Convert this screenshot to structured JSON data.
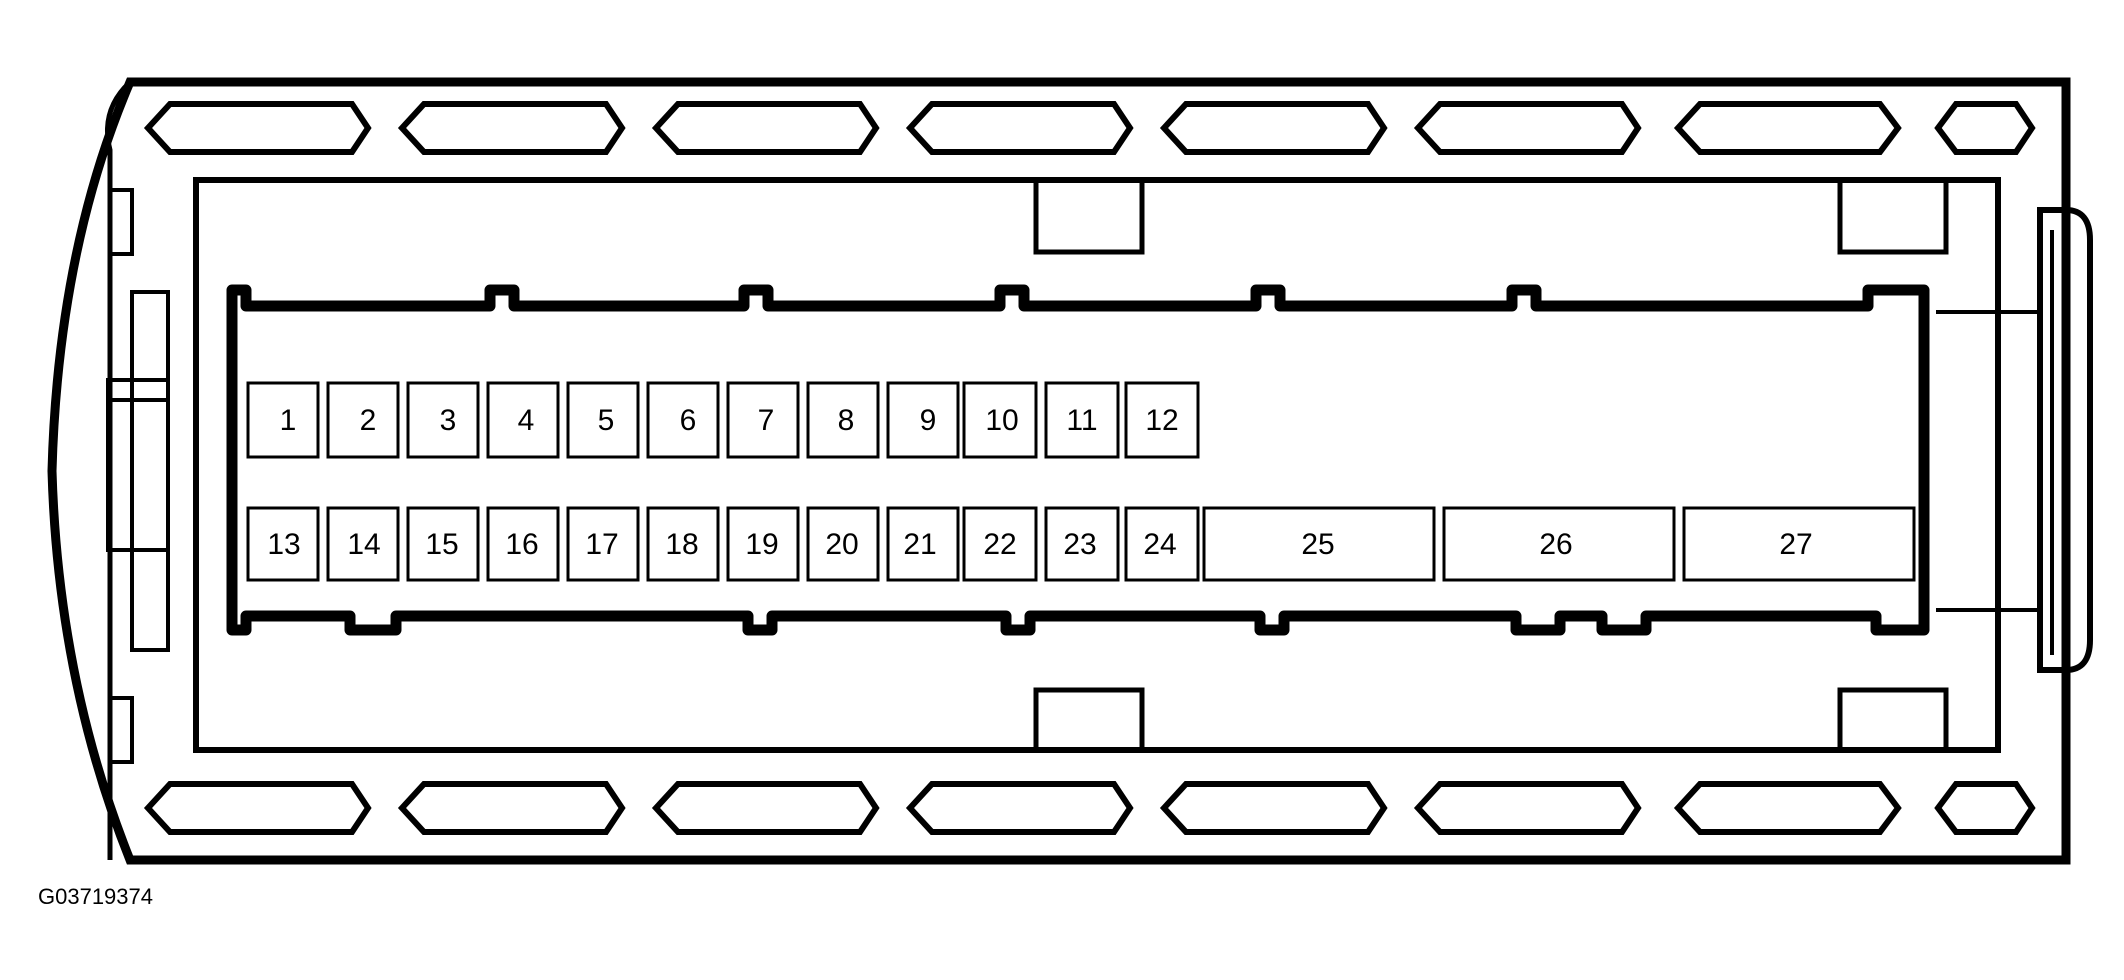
{
  "figure_code": "G03719374",
  "pins": [
    {
      "label": "1"
    },
    {
      "label": "2"
    },
    {
      "label": "3"
    },
    {
      "label": "4"
    },
    {
      "label": "5"
    },
    {
      "label": "6"
    },
    {
      "label": "7"
    },
    {
      "label": "8"
    },
    {
      "label": "9"
    },
    {
      "label": "10"
    },
    {
      "label": "11"
    },
    {
      "label": "12"
    },
    {
      "label": "13"
    },
    {
      "label": "14"
    },
    {
      "label": "15"
    },
    {
      "label": "16"
    },
    {
      "label": "17"
    },
    {
      "label": "18"
    },
    {
      "label": "19"
    },
    {
      "label": "20"
    },
    {
      "label": "21"
    },
    {
      "label": "22"
    },
    {
      "label": "23"
    },
    {
      "label": "24"
    },
    {
      "label": "25"
    },
    {
      "label": "26"
    },
    {
      "label": "27"
    }
  ]
}
